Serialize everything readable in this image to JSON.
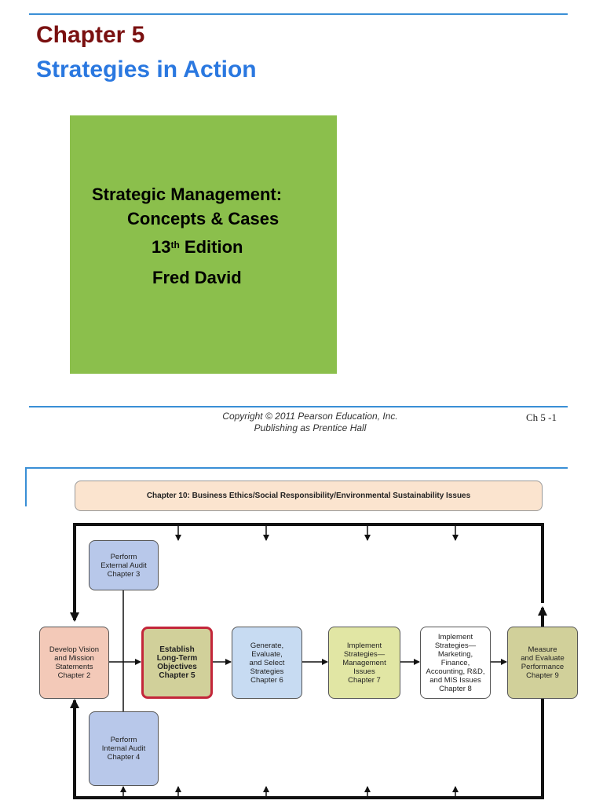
{
  "slide1": {
    "chapter": "Chapter 5",
    "title": "Strategies in Action",
    "cover": {
      "line1": "Strategic Management:",
      "line2": "Concepts & Cases",
      "edition_num": "13",
      "edition_sup": "th",
      "edition_word": " Edition",
      "author": "Fred David"
    },
    "footer": {
      "copyright_line1": "Copyright © 2011 Pearson Education, Inc.",
      "copyright_line2": "Publishing as Prentice Hall",
      "slide_number": "Ch 5 -1"
    }
  },
  "slide2": {
    "ethics_bar": "Chapter 10: Business Ethics/Social Responsibility/Environmental Sustainability Issues",
    "boxes": {
      "external_audit": "Perform\nExternal Audit\nChapter 3",
      "internal_audit": "Perform\nInternal Audit\nChapter 4",
      "vision_mission": "Develop Vision\nand Mission\nStatements\nChapter 2",
      "establish_objectives": "Establish\nLong-Term\nObjectives\nChapter 5",
      "generate_strategies": "Generate,\nEvaluate,\nand Select\nStrategies\nChapter 6",
      "implement_management": "Implement\nStrategies—\nManagement\nIssues\nChapter 7",
      "implement_functional": "Implement\nStrategies—\nMarketing,\nFinance,\nAccounting, R&D,\nand MIS Issues\nChapter 8",
      "measure_evaluate": "Measure\nand Evaluate\nPerformance\nChapter 9"
    },
    "colors": {
      "rule": "#3a8fd6",
      "establish_border": "#c3263a",
      "cover_green": "#8bbf4c"
    }
  }
}
